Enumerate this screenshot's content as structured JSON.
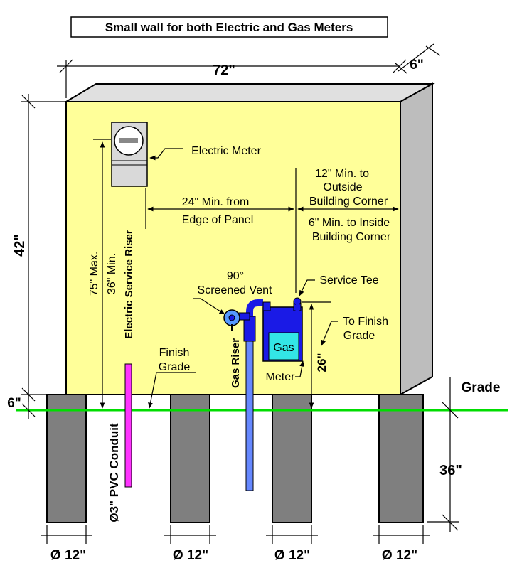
{
  "title": "Small wall for both Electric and Gas Meters",
  "dimensions": {
    "wall_width": "72\"",
    "wall_depth": "6\"",
    "wall_height": "42\"",
    "grade_gap": "6\"",
    "footing_depth": "36\"",
    "footing_diameter": "Ø 12\"",
    "service_tee_height": "26\""
  },
  "labels": {
    "electric_meter": "Electric Meter",
    "twelve_min_line1": "12\" Min. to",
    "twelve_min_line2": "Outside",
    "twelve_min_line3": "Building Corner",
    "twentyfour_min_line1": "24\" Min. from",
    "twentyfour_min_line2": "Edge of Panel",
    "six_min_line1": "6\" Min. to Inside",
    "six_min_line2": "Building Corner",
    "height_range_line1": "75\" Max.",
    "height_range_line2": "36\" Min.",
    "electric_service_riser": "Electric Service Riser",
    "vent_line1": "90°",
    "vent_line2": "Screened Vent",
    "service_tee": "Service Tee",
    "to_finish_grade_line1": "To Finish",
    "to_finish_grade_line2": "Grade",
    "gas_meter_face": "Gas",
    "meter": "Meter",
    "gas_riser": "Gas Riser",
    "finish_grade_line1": "Finish",
    "finish_grade_line2": "Grade",
    "grade": "Grade",
    "pvc_conduit": "Ø3\" PVC Conduit"
  },
  "colors": {
    "wall_face": "#FFFF99",
    "wall_side": "#BDBDBD",
    "wall_top": "#E0E0E0",
    "footing": "#7F7F7F",
    "grade_line": "#00DD00",
    "electric_conduit": "#FF33FF",
    "gas_riser": "#6688FF",
    "gas_meter": "#1A1AE6",
    "gas_meter_face": "#33E6E6",
    "regulator": "#5599FF"
  }
}
